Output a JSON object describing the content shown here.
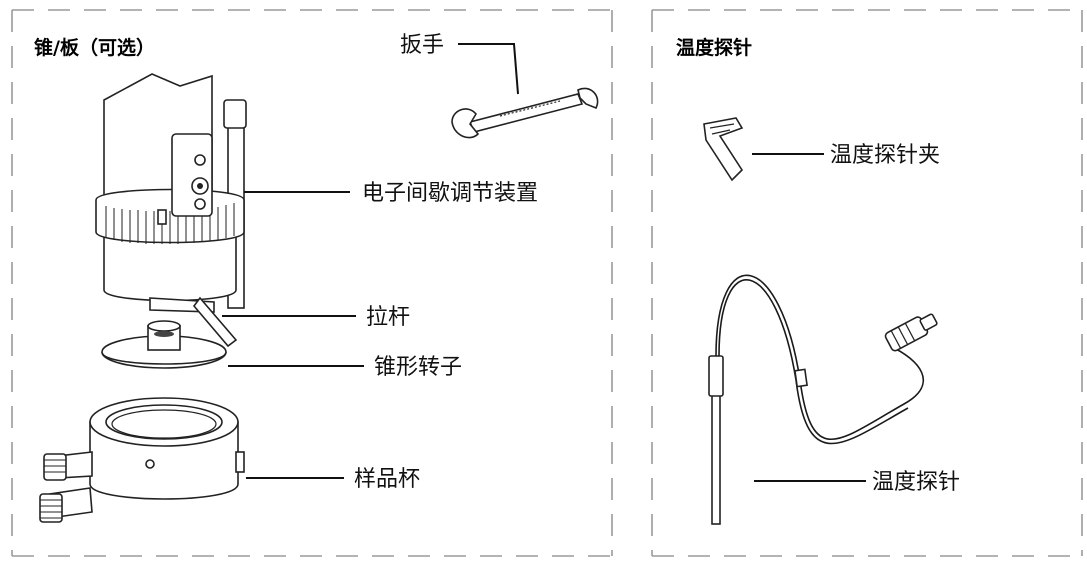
{
  "left_panel": {
    "title": "锥/板（可选）",
    "labels": {
      "wrench": "扳手",
      "electronic_gap": "电子间歇调节装置",
      "lever": "拉杆",
      "cone_rotor": "锥形转子",
      "sample_cup": "样品杯"
    }
  },
  "right_panel": {
    "title": "温度探针",
    "labels": {
      "probe_clip": "温度探针夹",
      "probe": "温度探针"
    }
  }
}
